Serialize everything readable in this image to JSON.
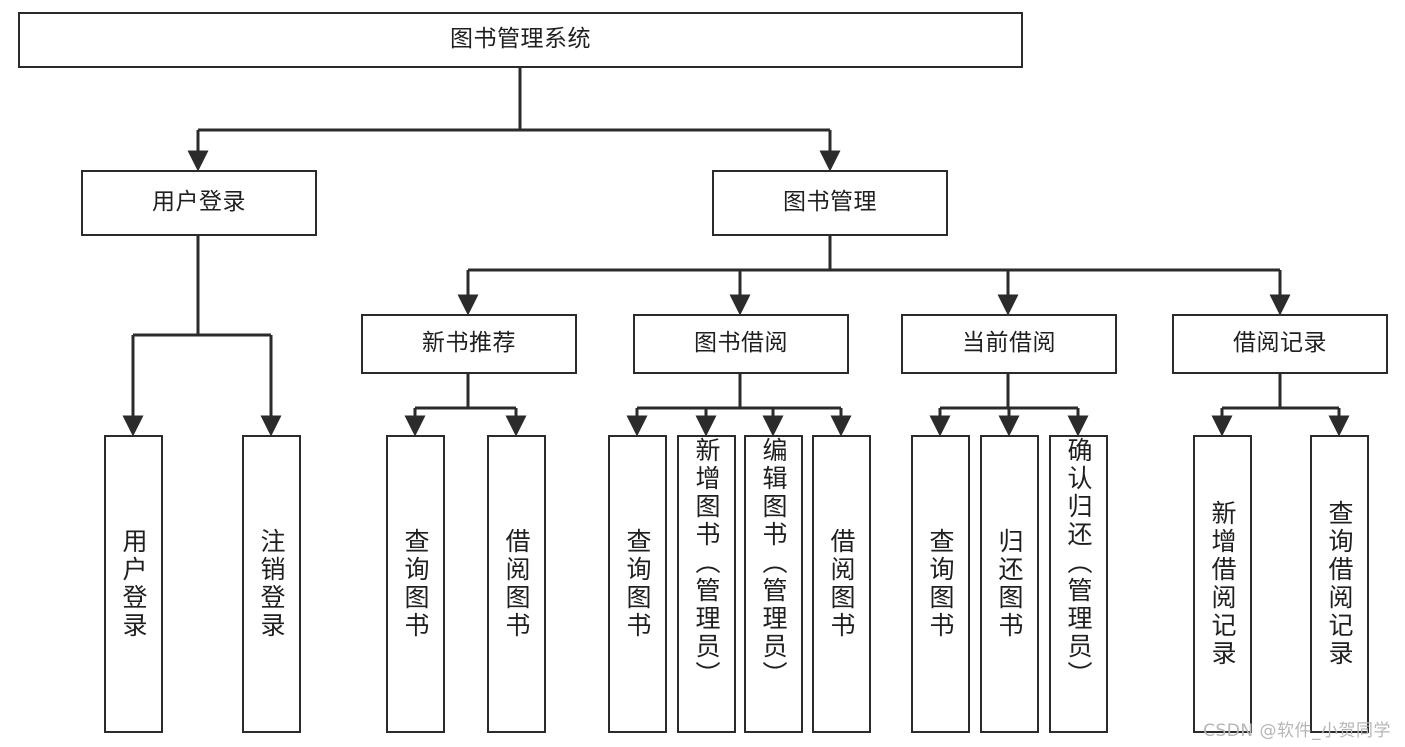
{
  "diagram": {
    "type": "tree-hierarchy-flowchart",
    "title": "图书管理系统",
    "watermark": "CSDN @软件_小贺同学",
    "colors": {
      "stroke": "#2b2b2b",
      "fill": "#ffffff",
      "text": "#1f1f1f",
      "watermark": "#b6b6b6"
    },
    "levels": {
      "root": {
        "label": "图书管理系统"
      },
      "level1": [
        {
          "id": "user-login",
          "label": "用户登录"
        },
        {
          "id": "book-management",
          "label": "图书管理"
        }
      ],
      "level2": [
        {
          "id": "new-book-recommend",
          "label": "新书推荐",
          "parent": "book-management"
        },
        {
          "id": "book-borrow",
          "label": "图书借阅",
          "parent": "book-management"
        },
        {
          "id": "current-borrow",
          "label": "当前借阅",
          "parent": "book-management"
        },
        {
          "id": "borrow-record",
          "label": "借阅记录",
          "parent": "book-management"
        }
      ],
      "leaves": [
        {
          "id": "leaf-user-login",
          "label": "用户登录",
          "parent": "user-login"
        },
        {
          "id": "leaf-logout",
          "label": "注销登录",
          "parent": "user-login"
        },
        {
          "id": "leaf-query-book-1",
          "label": "查询图书",
          "parent": "new-book-recommend"
        },
        {
          "id": "leaf-borrow-book-1",
          "label": "借阅图书",
          "parent": "new-book-recommend"
        },
        {
          "id": "leaf-query-book-2",
          "label": "查询图书",
          "parent": "book-borrow"
        },
        {
          "id": "leaf-add-book",
          "label": "新增图书（管理员）",
          "parent": "book-borrow"
        },
        {
          "id": "leaf-edit-book",
          "label": "编辑图书（管理员）",
          "parent": "book-borrow"
        },
        {
          "id": "leaf-borrow-book-2",
          "label": "借阅图书",
          "parent": "book-borrow"
        },
        {
          "id": "leaf-query-book-3",
          "label": "查询图书",
          "parent": "current-borrow"
        },
        {
          "id": "leaf-return-book",
          "label": "归还图书",
          "parent": "current-borrow"
        },
        {
          "id": "leaf-confirm-return",
          "label": "确认归还（管理员）",
          "parent": "current-borrow"
        },
        {
          "id": "leaf-add-record",
          "label": "新增借阅记录",
          "parent": "borrow-record"
        },
        {
          "id": "leaf-query-record",
          "label": "查询借阅记录",
          "parent": "borrow-record"
        }
      ]
    }
  }
}
